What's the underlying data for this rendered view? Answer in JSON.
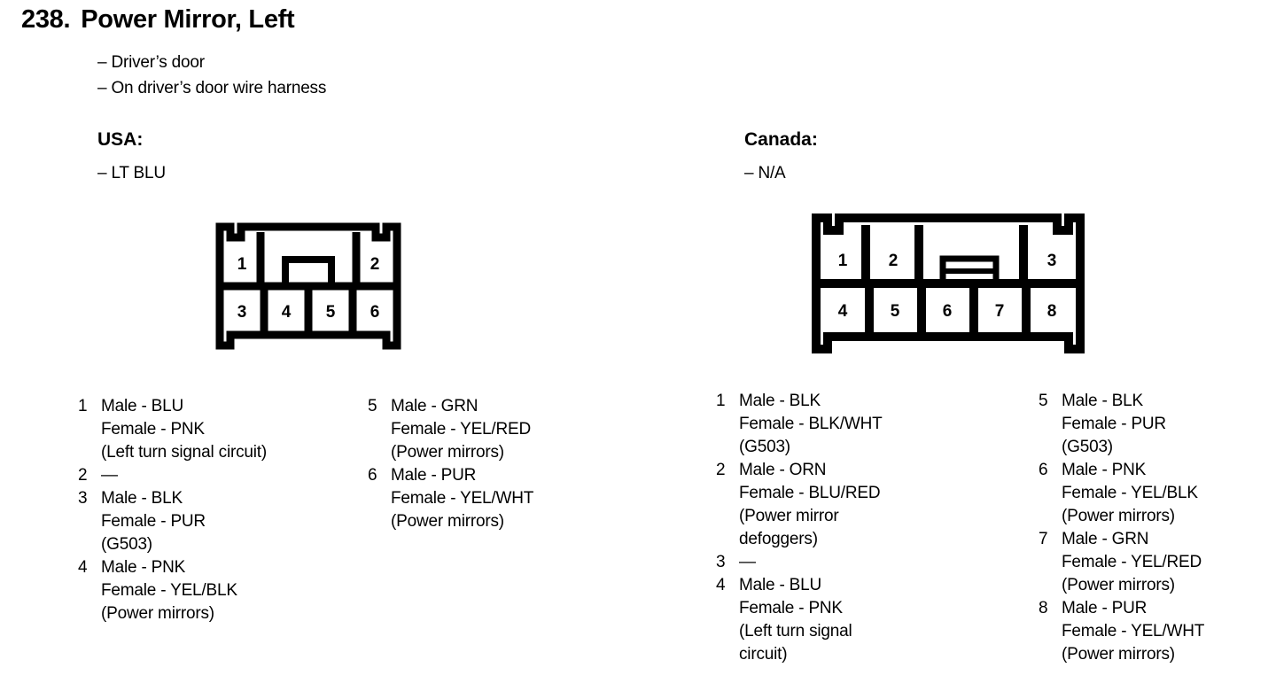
{
  "header": {
    "number": "238.",
    "title": "Power Mirror, Left",
    "bullets": [
      "– Driver’s door",
      "– On driver’s door wire harness"
    ]
  },
  "regions": [
    {
      "key": "usa",
      "heading": "USA:",
      "sub": "– LT BLU",
      "connector": {
        "name": "usa-connector",
        "top_cells": [
          "1",
          "2"
        ],
        "bottom_cells": [
          "3",
          "4",
          "5",
          "6"
        ],
        "latch_style": "single-tab"
      },
      "pin_columns": [
        [
          {
            "index": "1",
            "lines": [
              "Male - BLU",
              "Female - PNK",
              "(Left turn signal circuit)"
            ]
          },
          {
            "index": "2",
            "lines": [
              "—"
            ]
          },
          {
            "index": "3",
            "lines": [
              "Male - BLK",
              "Female - PUR",
              "(G503)"
            ]
          },
          {
            "index": "4",
            "lines": [
              "Male - PNK",
              "Female - YEL/BLK",
              "(Power mirrors)"
            ]
          }
        ],
        [
          {
            "index": "5",
            "lines": [
              "Male - GRN",
              "Female - YEL/RED",
              "(Power mirrors)"
            ]
          },
          {
            "index": "6",
            "lines": [
              "Male - PUR",
              "Female - YEL/WHT",
              "(Power mirrors)"
            ]
          }
        ]
      ]
    },
    {
      "key": "canada",
      "heading": "Canada:",
      "sub": "– N/A",
      "connector": {
        "name": "canada-connector",
        "top_cells": [
          "1",
          "2",
          "3"
        ],
        "bottom_cells": [
          "4",
          "5",
          "6",
          "7",
          "8"
        ],
        "latch_style": "double-bar"
      },
      "pin_columns": [
        [
          {
            "index": "1",
            "lines": [
              "Male - BLK",
              "Female - BLK/WHT",
              "(G503)"
            ]
          },
          {
            "index": "2",
            "lines": [
              "Male - ORN",
              "Female - BLU/RED",
              "(Power mirror",
              "defoggers)"
            ]
          },
          {
            "index": "3",
            "lines": [
              "—"
            ]
          },
          {
            "index": "4",
            "lines": [
              "Male - BLU",
              "Female - PNK",
              "(Left turn signal",
              "circuit)"
            ]
          }
        ],
        [
          {
            "index": "5",
            "lines": [
              "Male - BLK",
              "Female - PUR",
              "(G503)"
            ]
          },
          {
            "index": "6",
            "lines": [
              "Male - PNK",
              "Female - YEL/BLK",
              "(Power mirrors)"
            ]
          },
          {
            "index": "7",
            "lines": [
              "Male - GRN",
              "Female - YEL/RED",
              "(Power mirrors)"
            ]
          },
          {
            "index": "8",
            "lines": [
              "Male - PUR",
              "Female - YEL/WHT",
              "(Power mirrors)"
            ]
          }
        ]
      ]
    }
  ],
  "colors": {
    "ink": "#000000",
    "page": "#ffffff"
  }
}
